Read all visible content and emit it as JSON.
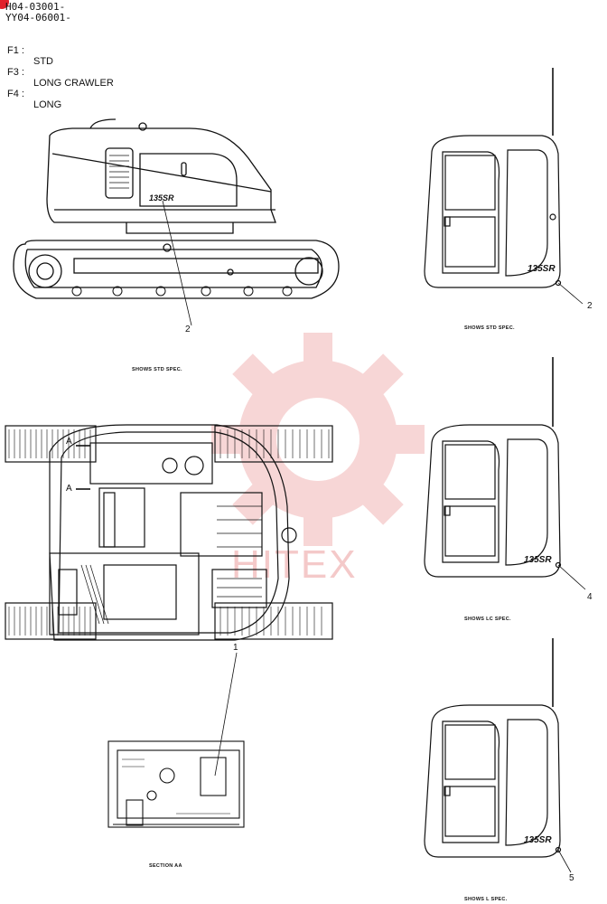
{
  "header": {
    "serials": [
      "H04-03001-",
      "YY04-06001-"
    ]
  },
  "spec_legend": [
    {
      "key": "F1 :",
      "value": "STD"
    },
    {
      "key": "F3 :",
      "value": "LONG CRAWLER"
    },
    {
      "key": "F4 :",
      "value": "LONG"
    }
  ],
  "model_decal": "135SR",
  "callouts": {
    "side_view": "2",
    "section": "1",
    "cab_std": "2",
    "cab_lc": "4",
    "cab_long": "5",
    "section_marker_top": "A",
    "section_marker_bottom": "A"
  },
  "captions": {
    "side_view": "SHOWS STD SPEC.",
    "cab_std": "SHOWS STD SPEC.",
    "cab_lc": "SHOWS LC SPEC.",
    "cab_long": "SHOWS L SPEC.",
    "section": "SECTION AA"
  },
  "watermark": {
    "text": "HITEX",
    "color": "#f2b8b8"
  }
}
